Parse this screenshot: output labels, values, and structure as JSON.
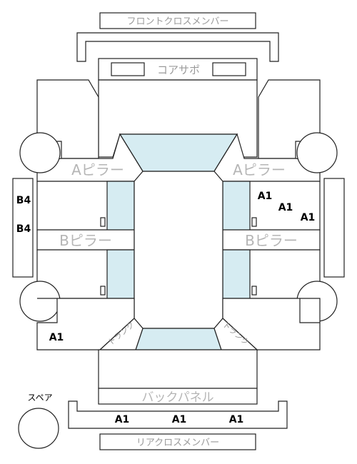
{
  "labels": {
    "front_cross_member": "フロントクロスメンバー",
    "core_support": "コアサポ",
    "a_pillar": "Aピラー",
    "b_pillar": "Bピラー",
    "back_panel": "バックパネル",
    "rear_cross_member": "リアクロスメンバー",
    "spare": "スペア",
    "trunk": "トランク"
  },
  "codes": {
    "b4": "B4",
    "a1": "A1"
  },
  "colors": {
    "glass": "#d6ecf2",
    "line": "#222222",
    "label_gray": "#9a9a9a"
  }
}
